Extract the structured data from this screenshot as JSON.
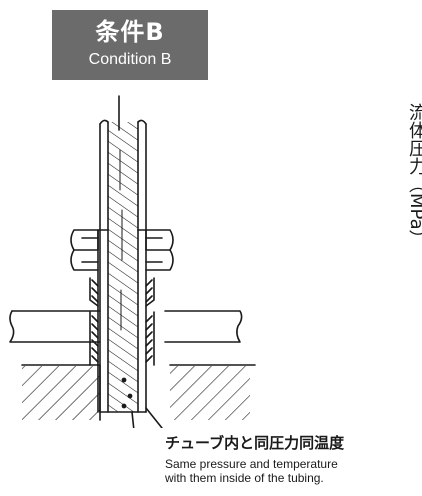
{
  "badge": {
    "title": "条件B",
    "subtitle": "Condition B"
  },
  "side_label": "流体圧力（MPa）",
  "caption": {
    "jp": "チューブ内と同圧力同温度",
    "en_line1": "Same pressure and temperature",
    "en_line2": "with them inside of the tubing."
  },
  "colors": {
    "badge_bg": "#6b6b6b",
    "badge_text": "#ffffff",
    "line": "#1a1a1a"
  }
}
